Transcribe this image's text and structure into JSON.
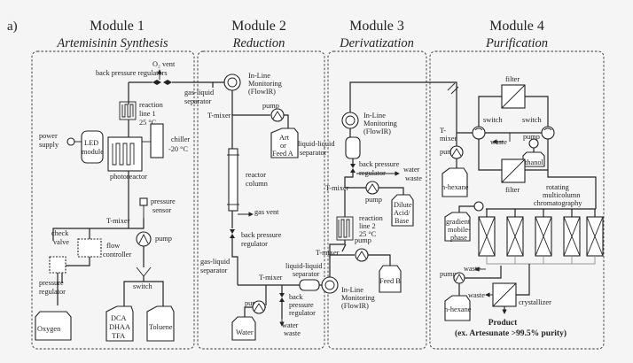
{
  "panel_label": "a)",
  "modules": [
    {
      "title": "Module 1",
      "subtitle": "Artemisinin Synthesis"
    },
    {
      "title": "Module 2",
      "subtitle": "Reduction"
    },
    {
      "title": "Module 3",
      "subtitle": "Derivatization"
    },
    {
      "title": "Module 4",
      "subtitle": "Purification"
    }
  ],
  "m1": {
    "o2_vent": "O₂ vent",
    "back_pressure_regulators": "back pressure regulators",
    "reaction_line_1": [
      "reaction",
      "line 1",
      "25 °C"
    ],
    "power_supply": [
      "power",
      "supply"
    ],
    "led_module": [
      "LED",
      "module"
    ],
    "chiller": [
      "chiller",
      "-20 °C"
    ],
    "photoreactor": "photoreactor",
    "pressure_sensor": [
      "pressure",
      "sensor"
    ],
    "t_mixer": "T-mixer",
    "check_valve": [
      "check",
      "valve"
    ],
    "flow_controller": [
      "flow",
      "controller"
    ],
    "pump": "pump",
    "pressure_regulator": [
      "pressure",
      "regulator"
    ],
    "switch": "switch",
    "oxygen": "Oxygen",
    "dca_bottle": [
      "DCA",
      "DHAA",
      "TFA"
    ],
    "toluene": "Toluene"
  },
  "m2": {
    "inline_monitoring": [
      "In-Line",
      "Monitoring",
      "(FlowIR)"
    ],
    "gas_liquid_separator": [
      "gas-liquid",
      "separator"
    ],
    "t_mixer": "T-mixer",
    "pump": "pump",
    "art_feed": [
      "Art",
      "or",
      "Feed A"
    ],
    "reactor_column": [
      "reactor",
      "column"
    ],
    "gas_vent": "gas vent",
    "back_pressure_regulator": [
      "back pressure",
      "regulator"
    ],
    "gas_liquid_separator_2": [
      "gas-liquid",
      "separator"
    ],
    "t_mixer_2": "T-mixer",
    "pump_2": "pump",
    "back_pressure_regulator_2": [
      "back",
      "pressure",
      "regulator"
    ],
    "water": "Water",
    "water_waste": [
      "water",
      "waste"
    ]
  },
  "m3": {
    "inline_monitoring": [
      "In-Line",
      "Monitoring",
      "(FlowIR)"
    ],
    "liquid_liquid_separator": [
      "liquid-liquid",
      "separator"
    ],
    "back_pressure_regulator": [
      "back pressure",
      "regulator"
    ],
    "water_waste": [
      "water",
      "waste"
    ],
    "t_mixer": "T-mixer",
    "pump": "pump",
    "dilute_acid": [
      "Dilute",
      "Acid/",
      "Base"
    ],
    "reaction_line_2": [
      "reaction",
      "line 2",
      "25 °C"
    ],
    "t_mixer_2": "T-mixer",
    "pump_2": "pump",
    "feed_b": "Feed B",
    "liquid_liquid_separator_2": [
      "liquid-liquid",
      "separator"
    ],
    "inline_monitoring_2": [
      "In-Line",
      "Monitoring",
      "(FlowIR)"
    ]
  },
  "m4": {
    "filter": "filter",
    "filter_2": "filter",
    "t_mixer": [
      "T-",
      "mixer"
    ],
    "switch": "switch",
    "switch_2": "switch",
    "pump": "pump",
    "pump_2": "pump",
    "waste": "waste",
    "ethanol": "Ethanol",
    "n_hexane": "n-hexane",
    "rotating": [
      "rotating",
      "multicolumn",
      "chromatography"
    ],
    "gradient": [
      "gradient",
      "mobile-",
      "phase"
    ],
    "pump_3": "pump",
    "waste_2": "waste",
    "waste_3": "waste",
    "n_hexane_2": "n-hexane",
    "crystallizer": "crystallizer",
    "product": "Product",
    "product_note": "(ex. Artesunate >99.5% purity)"
  }
}
